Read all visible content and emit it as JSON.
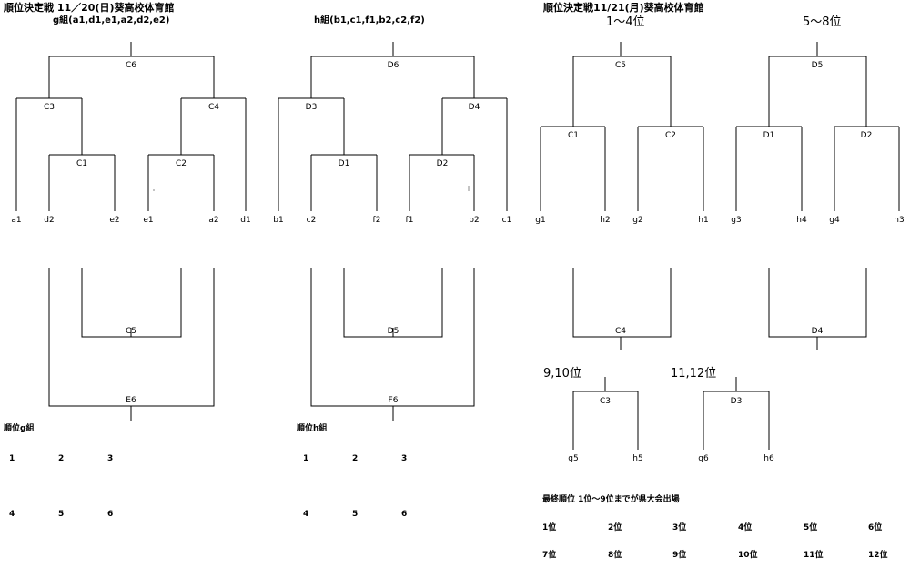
{
  "titles": {
    "left": "順位決定戦 11／20(日)葵高校体育館",
    "left_sub": "g組(a1,d1,e1,a2,d2,e2)",
    "middle": "h組(b1,c1,f1,b2,c2,f2)",
    "right": "順位決定戦11/21(月)葵高校体育館"
  },
  "headings": {
    "r1_4": "1～4位",
    "r5_8": "5～8位",
    "r9_10": "9,10位",
    "r11_12": "11,12位"
  },
  "g_bracket": {
    "teams": [
      "a1",
      "d2",
      "e2",
      "e1",
      "a2",
      "d1"
    ],
    "matches": [
      "C6",
      "C3",
      "C4",
      "C1",
      "C2",
      "C5",
      "E6"
    ]
  },
  "h_bracket": {
    "teams": [
      "b1",
      "c2",
      "f2",
      "f1",
      "b2",
      "c1"
    ],
    "matches": [
      "D6",
      "D3",
      "D4",
      "D1",
      "D2",
      "D5",
      "F6"
    ]
  },
  "final_1_4": {
    "teams": [
      "g1",
      "h2",
      "g2",
      "h1"
    ],
    "matches": [
      "C5",
      "C1",
      "C2",
      "C4"
    ]
  },
  "final_5_8": {
    "teams": [
      "g3",
      "h4",
      "g4",
      "h3"
    ],
    "matches": [
      "D5",
      "D1",
      "D2",
      "D4"
    ]
  },
  "final_9_10": {
    "teams": [
      "g5",
      "h5"
    ],
    "match": "C3"
  },
  "final_11_12": {
    "teams": [
      "g6",
      "h6"
    ],
    "match": "D3"
  },
  "rank_g": {
    "title": "順位g組",
    "row1": [
      "1",
      "2",
      "3"
    ],
    "row2": [
      "4",
      "5",
      "6"
    ]
  },
  "rank_h": {
    "title": "順位h組",
    "row1": [
      "1",
      "2",
      "3"
    ],
    "row2": [
      "4",
      "5",
      "6"
    ]
  },
  "final_rank": {
    "title": "最終順位 1位～9位までが県大会出場",
    "row1": [
      "1位",
      "2位",
      "3位",
      "4位",
      "5位",
      "6位"
    ],
    "row2": [
      "7位",
      "8位",
      "9位",
      "10位",
      "11位",
      "12位"
    ]
  }
}
